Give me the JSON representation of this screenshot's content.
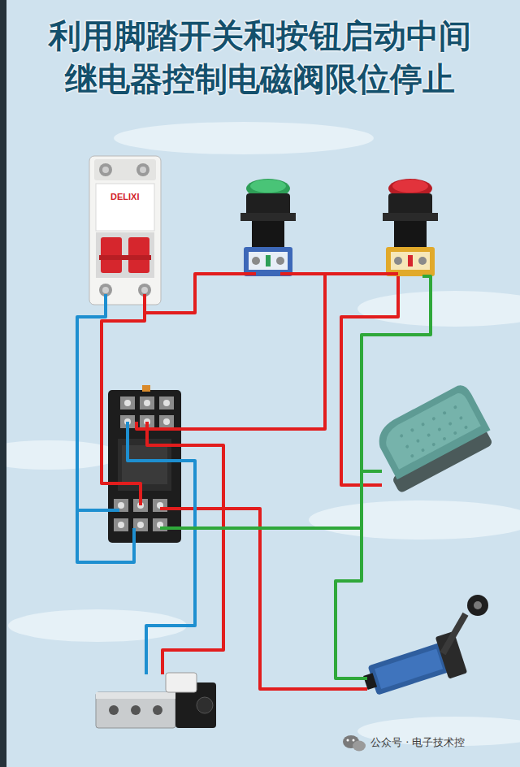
{
  "diagram": {
    "title": "利用脚踏开关和按钮启动中间 继电器控制电磁阀限位停止",
    "labels": [
      "DELIXI",
      "公众号 · 电子技术控"
    ]
  }
}
